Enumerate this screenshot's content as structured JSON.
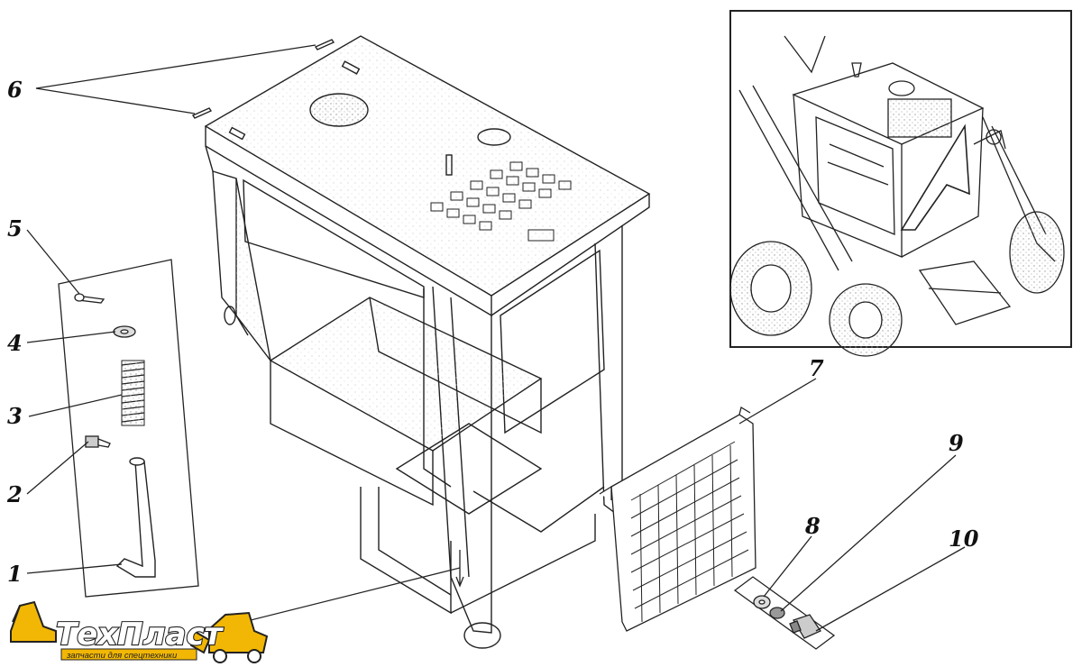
{
  "diagram": {
    "callouts": [
      {
        "id": "1",
        "label": "1"
      },
      {
        "id": "2",
        "label": "2"
      },
      {
        "id": "3",
        "label": "3"
      },
      {
        "id": "4",
        "label": "4"
      },
      {
        "id": "5",
        "label": "5"
      },
      {
        "id": "6",
        "label": "6"
      },
      {
        "id": "7",
        "label": "7"
      },
      {
        "id": "8",
        "label": "8"
      },
      {
        "id": "9",
        "label": "9"
      },
      {
        "id": "10",
        "label": "10"
      }
    ]
  },
  "logo": {
    "name": "ТехПласт",
    "tagline": "запчасти для спецтехники",
    "colors": {
      "primary": "#f2b705",
      "outline": "#222222",
      "text_fill": "#ffffff"
    }
  },
  "colors": {
    "line": "#222222",
    "paper": "#ffffff",
    "stipple": "#bdbdbd"
  }
}
